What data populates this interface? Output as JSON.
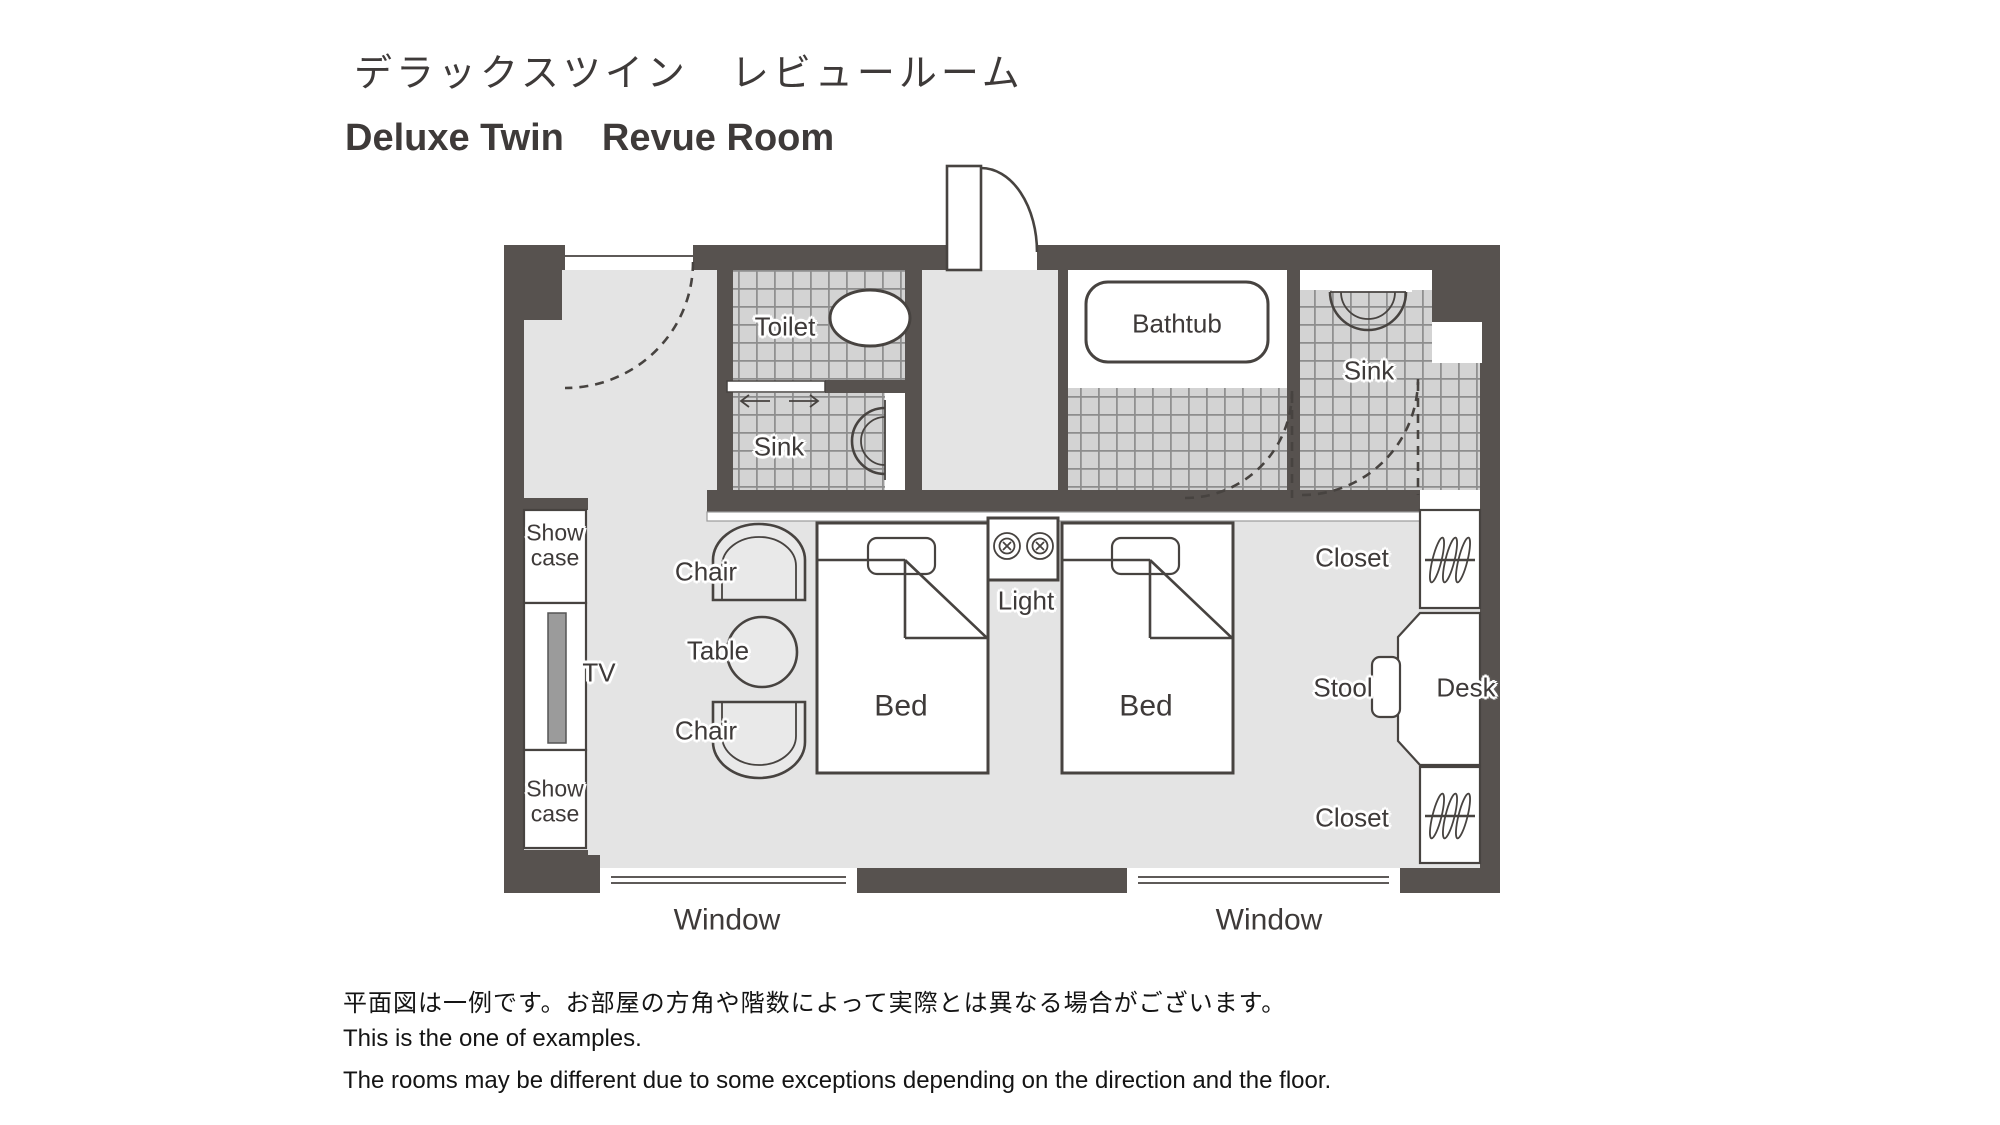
{
  "title": {
    "ja": "デラックスツイン　レビュールーム",
    "en": "Deluxe Twin　Revue Room"
  },
  "plan": {
    "labels": {
      "toilet": "Toilet",
      "sink_left": "Sink",
      "bathtub": "Bathtub",
      "sink_right": "Sink",
      "showcase_top": "Show case",
      "tv": "TV",
      "chair_top": "Chair",
      "table": "Table",
      "chair_bottom": "Chair",
      "bed_left": "Bed",
      "bed_right": "Bed",
      "light": "Light",
      "closet_top": "Closet",
      "stool": "Stool",
      "desk": "Desk",
      "closet_bottom": "Closet",
      "showcase_bottom": "Show case",
      "window_left": "Window",
      "window_right": "Window"
    },
    "icons": {
      "closet_top": "hanger-icon",
      "closet_bottom": "hanger-icon",
      "light": "lamp-icon",
      "sliding_door": "arrows-icon"
    }
  },
  "footer": {
    "ja": "平面図は一例です。お部屋の方角や階数によって実際とは異なる場合がございます。",
    "en_line1": "This is the one of examples.",
    "en_line2": "The rooms may be different due to some exceptions depending on the direction and the floor."
  },
  "colors": {
    "wall": "#57524f",
    "floor": "#e4e4e4",
    "tile": "#d3d3d3",
    "tile_line": "#8d8d8d",
    "line": "#474340",
    "text": "#3e3a39",
    "tv": "#9b9b9b"
  }
}
